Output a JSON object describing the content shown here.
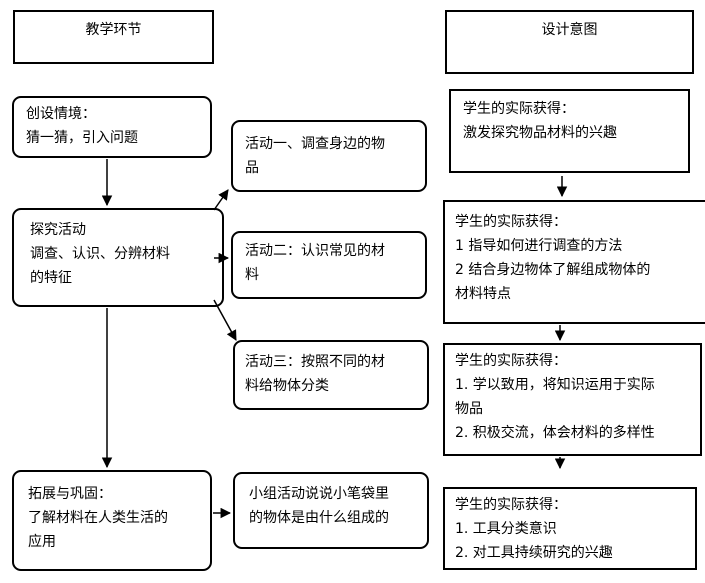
{
  "headers": {
    "left": "教学环节",
    "right": "设计意图"
  },
  "steps": [
    {
      "lines": [
        "创设情境：",
        "猜一猜，引入问题"
      ]
    },
    {
      "lines": [
        "探究活动",
        "调查、认识、分辨材料",
        "的特征"
      ]
    },
    {
      "lines": [
        "拓展与巩固：",
        "了解材料在人类生活的",
        "应用"
      ]
    }
  ],
  "activities": [
    {
      "lines": [
        "活动一、调查身边的物",
        "品"
      ]
    },
    {
      "lines": [
        "活动二：认识常见的材",
        "料"
      ]
    },
    {
      "lines": [
        "活动三：按照不同的材",
        "料给物体分类"
      ]
    },
    {
      "lines": [
        "小组活动说说小笔袋里",
        "的物体是由什么组成的"
      ]
    }
  ],
  "intents": [
    {
      "lines": [
        "学生的实际获得：",
        "激发探究物品材料的兴趣"
      ]
    },
    {
      "lines": [
        "学生的实际获得：",
        "1 指导如何进行调查的方法",
        "2 结合身边物体了解组成物体的",
        "材料特点"
      ]
    },
    {
      "lines": [
        "学生的实际获得：",
        "1.  学以致用，将知识运用于实际",
        "物品",
        "2.  积极交流，体会材料的多样性"
      ]
    },
    {
      "lines": [
        "学生的实际获得：",
        "1.  工具分类意识",
        "2.  对工具持续研究的兴趣"
      ]
    }
  ]
}
